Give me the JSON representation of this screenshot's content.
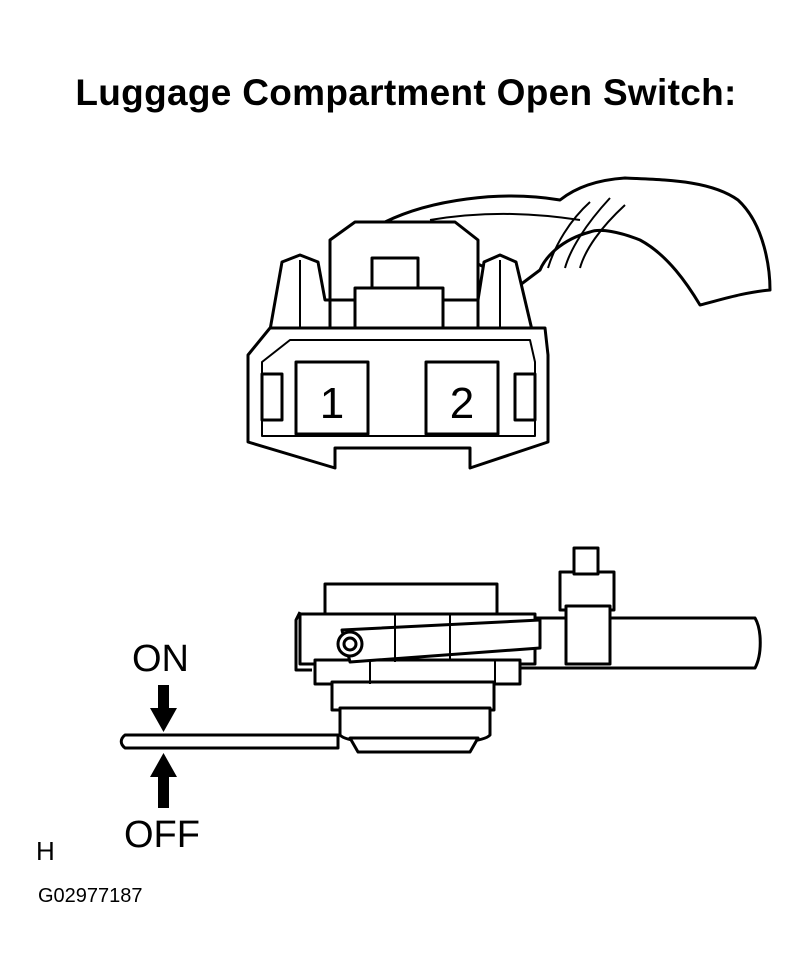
{
  "title": "Luggage Compartment Open Switch:",
  "connector": {
    "terminals": [
      "1",
      "2"
    ]
  },
  "switch": {
    "on_label": "ON",
    "off_label": "OFF"
  },
  "footer": {
    "letter": "H",
    "code": "G02977187"
  },
  "colors": {
    "line": "#000000",
    "background": "#ffffff"
  }
}
